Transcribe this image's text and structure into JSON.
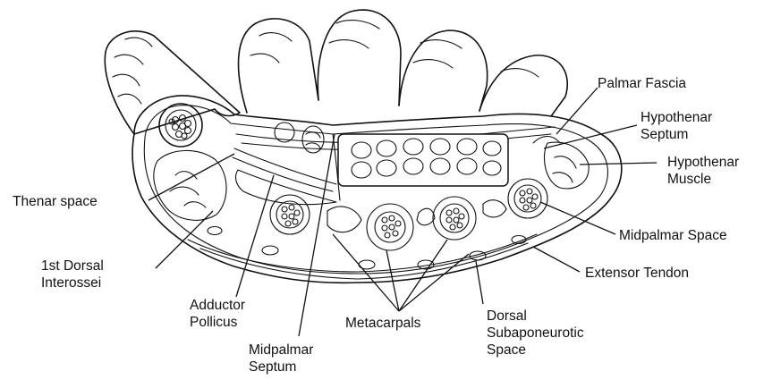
{
  "labels": {
    "palmar_fascia": "Palmar Fascia",
    "hypothenar_septum": [
      "Hypothenar",
      "Septum"
    ],
    "hypothenar_muscle": [
      "Hypothenar",
      "Muscle"
    ],
    "midpalmar_space": "Midpalmar Space",
    "extensor_tendon": "Extensor Tendon",
    "thenar_space": "Thenar space",
    "first_dorsal_interossei": [
      "1st Dorsal",
      "Interossei"
    ],
    "adductor_pollicus": [
      "Adductor",
      "Pollicus"
    ],
    "metacarpals": "Metacarpals",
    "dorsal_subaponeurotic_space": [
      "Dorsal",
      "Subaponeurotic",
      "Space"
    ],
    "midpalmar_septum": [
      "Midpalmar",
      "Septum"
    ]
  }
}
